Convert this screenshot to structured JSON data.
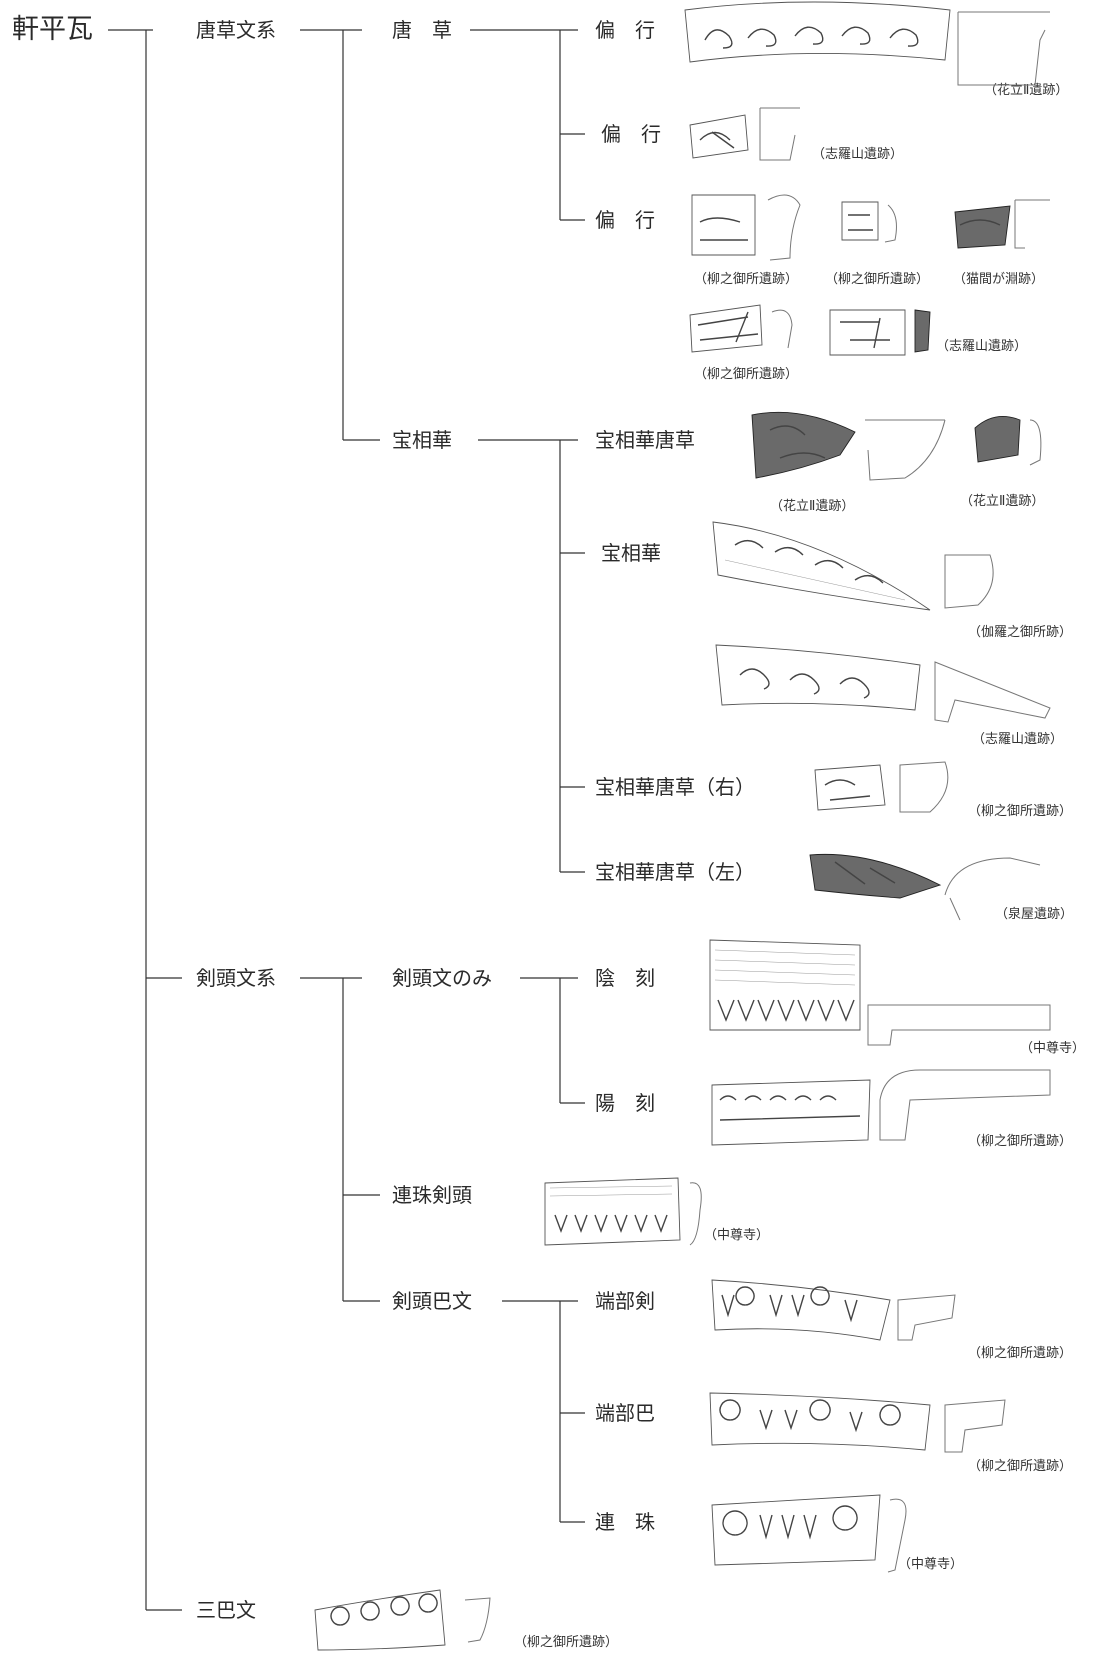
{
  "root": "軒平瓦",
  "groups": {
    "karakusa": "唐草文系",
    "kento": "剣頭文系",
    "mitsudomoe": "三巴文"
  },
  "subgroups": {
    "karakusa": "唐　草",
    "hosoge": "宝相華",
    "kento_only": "剣頭文のみ",
    "renju_kento": "連珠剣頭",
    "kento_tomoe": "剣頭巴文"
  },
  "leaves": {
    "henko_1": "偏　行",
    "henko_2": "偏　行",
    "henko_3": "偏　行",
    "hosoge_karakusa": "宝相華唐草",
    "hosoge": "宝相華",
    "hosoge_karakusa_right": "宝相華唐草（右）",
    "hosoge_karakusa_left": "宝相華唐草（左）",
    "inkoku": "陰　刻",
    "yokoku": "陽　刻",
    "tanbu_ken": "端部剣",
    "tanbu_tomoe": "端部巴",
    "renju": "連　珠"
  },
  "sites": {
    "s01": "（花立Ⅱ遺跡）",
    "s02": "（志羅山遺跡）",
    "s03": "（柳之御所遺跡）",
    "s04": "（柳之御所遺跡）",
    "s05": "（猫間が淵跡）",
    "s06": "（柳之御所遺跡）",
    "s07": "（志羅山遺跡）",
    "s08": "（花立Ⅱ遺跡）",
    "s09": "（花立Ⅱ遺跡）",
    "s10": "（伽羅之御所跡）",
    "s11": "（志羅山遺跡）",
    "s12": "（柳之御所遺跡）",
    "s13": "（泉屋遺跡）",
    "s14": "（中尊寺）",
    "s15": "（柳之御所遺跡）",
    "s16": "（中尊寺）",
    "s17": "（柳之御所遺跡）",
    "s18": "（柳之御所遺跡）",
    "s19": "（中尊寺）",
    "s20": "（柳之御所遺跡）"
  }
}
